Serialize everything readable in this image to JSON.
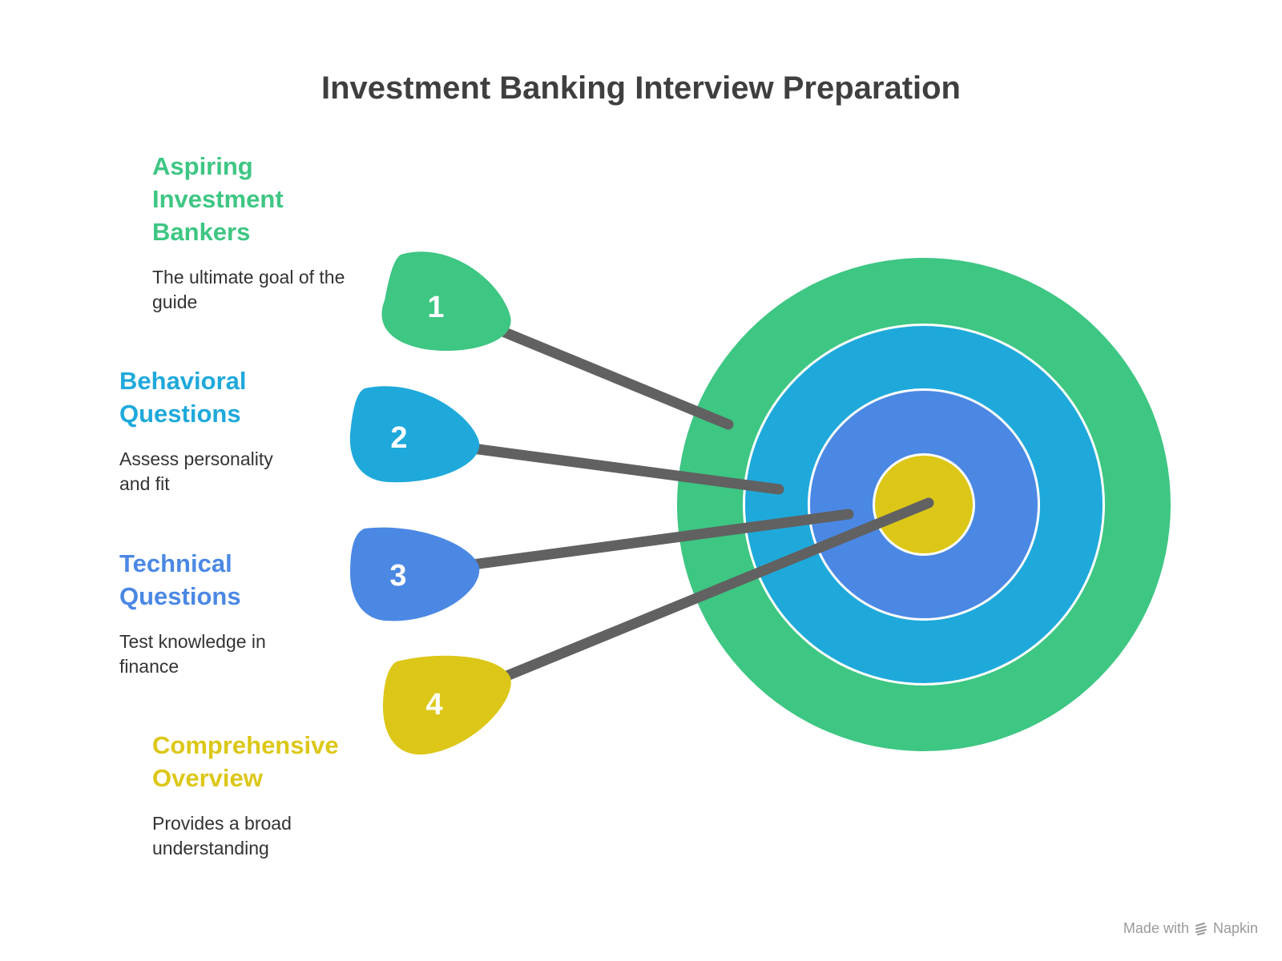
{
  "title": "Investment Banking Interview Preparation",
  "colors": {
    "green": "#3ec683",
    "cyan": "#1fa9db",
    "blue": "#4b88e4",
    "yellow": "#dcc718",
    "shaft": "#616161",
    "title": "#3f3f3f"
  },
  "items": [
    {
      "number": "1",
      "heading": "Aspiring Investment Bankers",
      "heading_lines": [
        "Aspiring",
        "Investment",
        "Bankers"
      ],
      "description": "The ultimate goal of the guide",
      "color": "#3ec683"
    },
    {
      "number": "2",
      "heading": "Behavioral Questions",
      "heading_lines": [
        "Behavioral",
        "Questions"
      ],
      "description": "Assess personality and fit",
      "color": "#1fa9db"
    },
    {
      "number": "3",
      "heading": "Technical Questions",
      "heading_lines": [
        "Technical",
        "Questions"
      ],
      "description": "Test knowledge in finance",
      "color": "#4b88e4"
    },
    {
      "number": "4",
      "heading": "Comprehensive Overview",
      "heading_lines": [
        "Comprehensive",
        "Overview"
      ],
      "description": "Provides a broad understanding",
      "color": "#dcc718"
    }
  ],
  "target_rings": [
    "#3ec683",
    "#1fa9db",
    "#4b88e4",
    "#dcc718"
  ],
  "watermark": {
    "prefix": "Made with",
    "brand": "Napkin",
    "icon": "napkin-logo-icon"
  }
}
